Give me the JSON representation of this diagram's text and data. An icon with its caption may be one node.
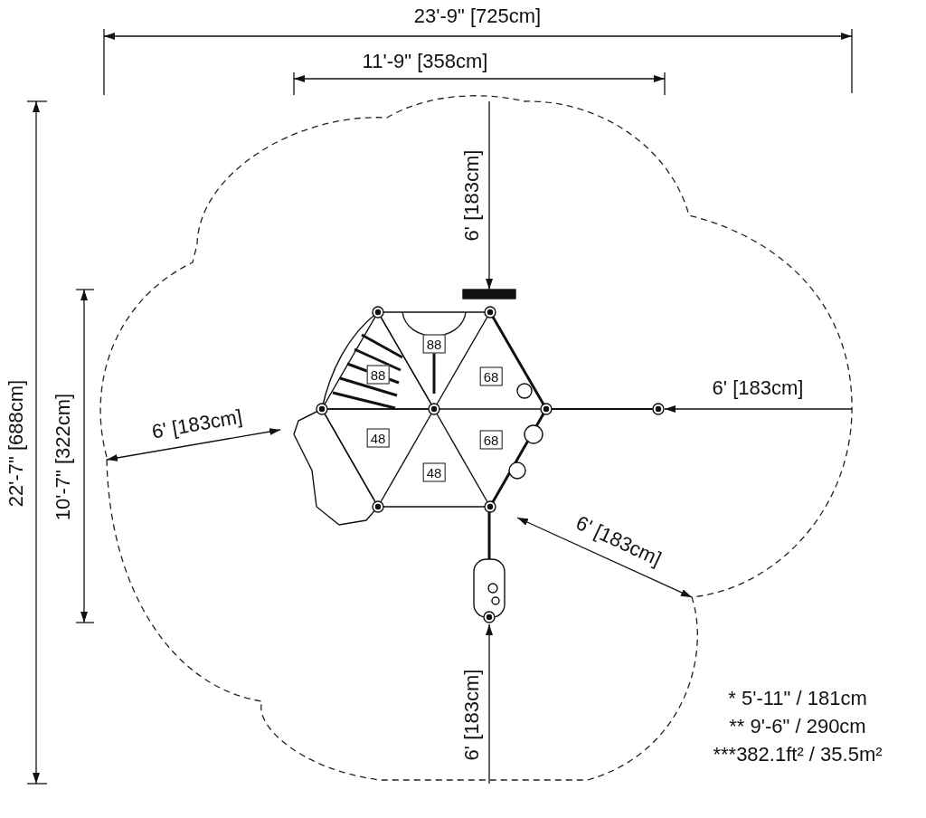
{
  "diagram": {
    "nodes": [
      {
        "text": [
          "88"
        ]
      },
      {
        "text": [
          "88"
        ]
      },
      {
        "text": [
          "68"
        ]
      },
      {
        "text": [
          "48"
        ]
      },
      {
        "text": [
          "68"
        ]
      },
      {
        "text": [
          "48"
        ]
      }
    ],
    "labels": [
      "23'-9\" [725cm]",
      "11'-9\" [358cm]",
      "6' [183cm]",
      "22'-7\" [688cm]",
      "10'-7\" [322cm]",
      "6' [183cm]",
      "6' [183cm]",
      "6' [183cm]",
      "6' [183cm]",
      "* 5'-11\" / 181cm",
      "** 9'-6\" / 290cm",
      "***382.1ft² / 35.5m²"
    ]
  }
}
